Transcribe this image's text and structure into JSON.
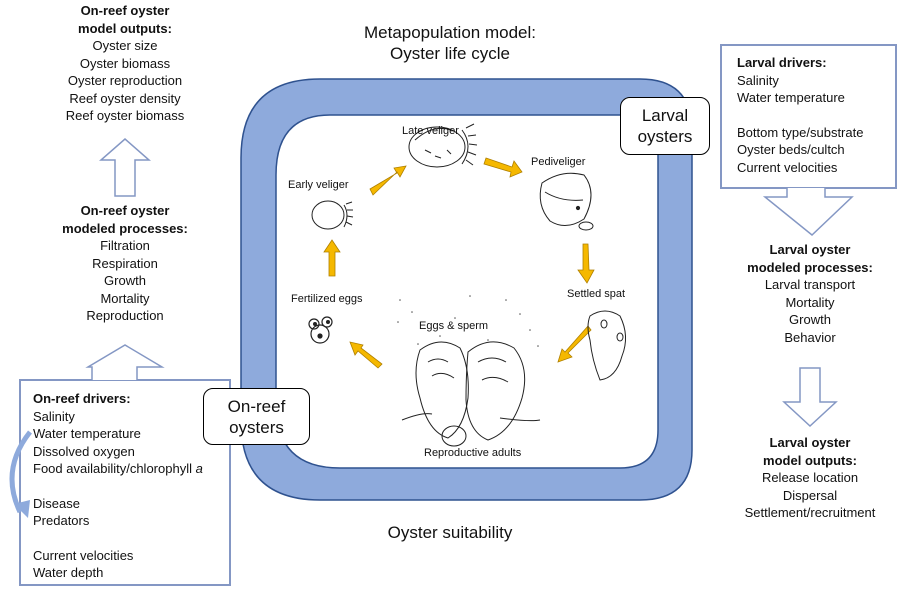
{
  "title": {
    "line1": "Metapopulation model:",
    "line2": "Oyster life cycle"
  },
  "footer": "Oyster suitability",
  "nodes": {
    "larval": {
      "line1": "Larval",
      "line2": "oysters"
    },
    "onreef": {
      "line1": "On-reef",
      "line2": "oysters"
    }
  },
  "stages": [
    {
      "label": "Late veliger"
    },
    {
      "label": "Pediveliger"
    },
    {
      "label": "Early veliger"
    },
    {
      "label": "Settled spat"
    },
    {
      "label": "Fertilized eggs"
    },
    {
      "label": "Eggs & sperm"
    },
    {
      "label": "Reproductive adults"
    }
  ],
  "onreef_outputs": {
    "heading1": "On-reef oyster",
    "heading2": "model outputs:",
    "items": [
      "Oyster size",
      "Oyster biomass",
      "Oyster reproduction",
      "Reef oyster density",
      "Reef oyster biomass"
    ]
  },
  "onreef_processes": {
    "heading1": "On-reef oyster",
    "heading2": "modeled processes:",
    "items": [
      "Filtration",
      "Respiration",
      "Growth",
      "Mortality",
      "Reproduction"
    ]
  },
  "onreef_drivers": {
    "heading": "On-reef drivers:",
    "group1": [
      "Salinity",
      "Water temperature",
      "Dissolved oxygen"
    ],
    "food_prefix": "Food availability/chlorophyll ",
    "food_italic": "a",
    "group2": [
      "Disease",
      "Predators"
    ],
    "group3": [
      "Current velocities",
      "Water depth"
    ]
  },
  "larval_drivers": {
    "heading": "Larval drivers:",
    "group1": [
      "Salinity",
      "Water temperature"
    ],
    "group2": [
      "Bottom type/substrate",
      "Oyster beds/cultch",
      "Current velocities"
    ]
  },
  "larval_processes": {
    "heading1": "Larval oyster",
    "heading2": "modeled processes:",
    "items": [
      "Larval transport",
      "Mortality",
      "Growth",
      "Behavior"
    ]
  },
  "larval_outputs": {
    "heading1": "Larval oyster",
    "heading2": "model outputs:",
    "items": [
      "Release location",
      "Dispersal",
      "Settlement/recruitment"
    ]
  },
  "colors": {
    "frame_fill": "#8eaadc",
    "frame_stroke": "#2f528f",
    "box_stroke": "#8497c4",
    "arrow_fill": "#f5b800",
    "arrow_stroke": "#b08000"
  }
}
